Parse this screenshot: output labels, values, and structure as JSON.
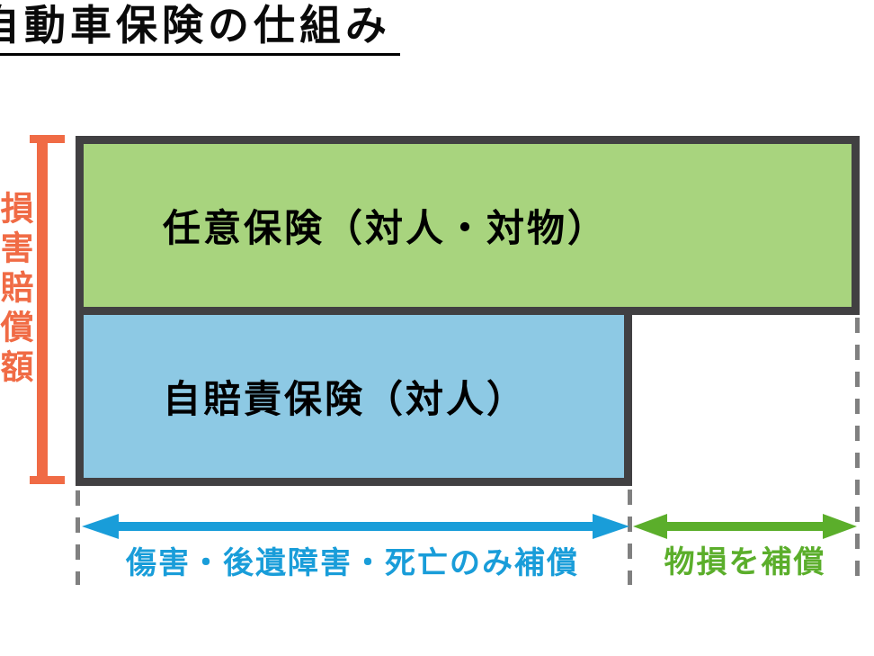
{
  "header": {
    "title": "自動車保険の仕組み"
  },
  "diagram": {
    "y_axis_label": "損害賠償額",
    "boxes": {
      "voluntary": {
        "label": "任意保険（対人・対物）",
        "fill": "#A8D47E"
      },
      "compulsory": {
        "label": "自賠責保険（対人）",
        "fill": "#8DC9E4"
      }
    },
    "coverage_ranges": {
      "personal": {
        "label": "傷害・後遺障害・死亡のみ補償",
        "color": "#199DD9"
      },
      "property": {
        "label": "物損を補償",
        "color": "#5BAE2B"
      }
    },
    "colors": {
      "bracket": "#F06B45",
      "box_border": "#414042",
      "dashed_guide": "#808080"
    }
  }
}
